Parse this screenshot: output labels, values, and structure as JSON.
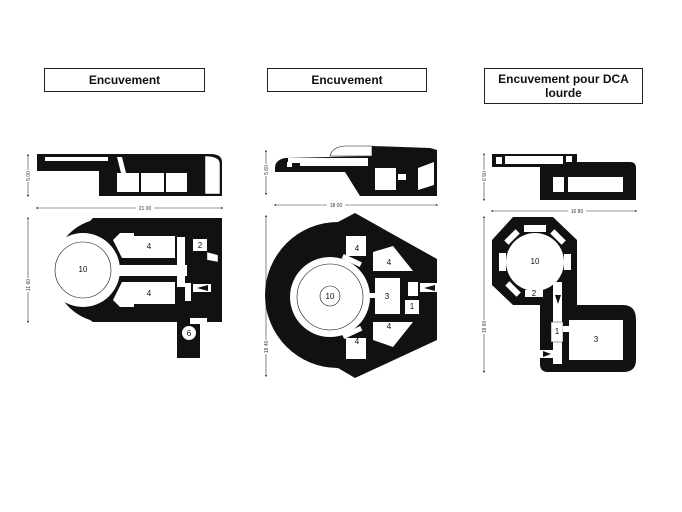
{
  "panels": [
    {
      "title": "Encuvement",
      "dimensions": {
        "section_height": "5 00",
        "width": "21 00",
        "plan_height": "11 60"
      },
      "rooms": [
        "10",
        "4",
        "4",
        "2",
        "6"
      ]
    },
    {
      "title": "Encuvement",
      "dimensions": {
        "section_height": "5 60",
        "width": "18 00",
        "plan_height": "18 40"
      },
      "rooms": [
        "10",
        "4",
        "4",
        "4",
        "4",
        "3",
        "1"
      ]
    },
    {
      "title": "Encuvement pour DCA lourde",
      "dimensions": {
        "section_height": "6 50",
        "width": "16 80",
        "plan_height": "19 60"
      },
      "rooms": [
        "10",
        "2",
        "1",
        "3"
      ]
    }
  ],
  "colors": {
    "wall": "#111111",
    "room": "#ffffff",
    "line": "#333333"
  }
}
